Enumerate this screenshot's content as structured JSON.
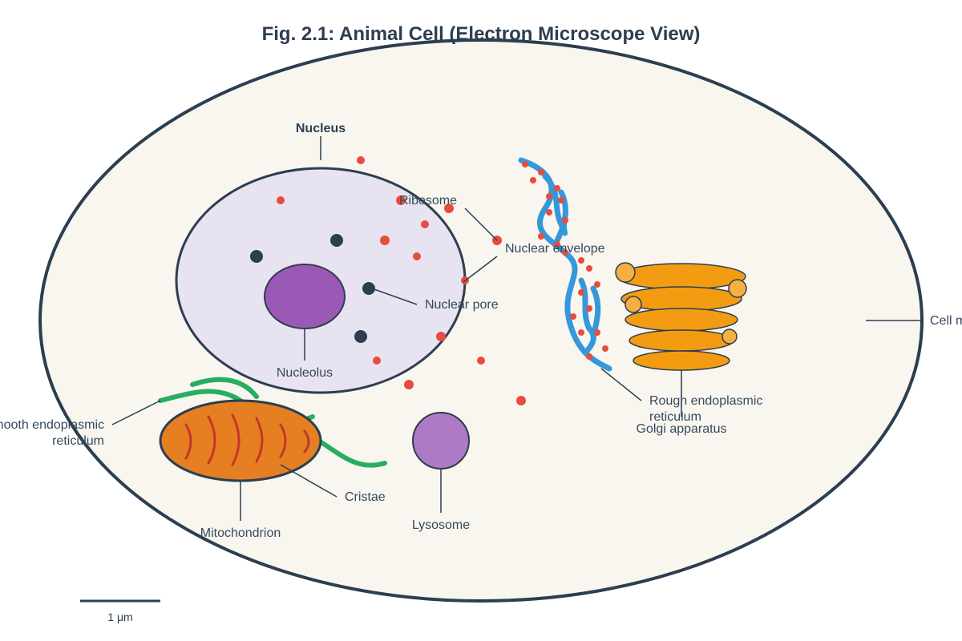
{
  "figure": {
    "title": "Fig. 2.1: Animal Cell (Electron Microscope View)"
  },
  "labels": {
    "nucleus": "Nucleus",
    "ribosome": "Ribosome",
    "nuclear_envelope": "Nuclear envelope",
    "nuclear_pore": "Nuclear pore",
    "nucleolus": "Nucleolus",
    "cell_membrane": "Cell membrane",
    "rough_er_line1": "Rough endoplasmic",
    "rough_er_line2": "reticulum",
    "golgi": "Golgi apparatus",
    "smooth_er_line1": "Smooth endoplasmic",
    "smooth_er_line2": "reticulum",
    "cristae": "Cristae",
    "mitochondrion": "Mitochondrion",
    "lysosome": "Lysosome"
  },
  "scale_bar": {
    "label": "1 μm"
  },
  "colors": {
    "cytoplasm": "#f8f6ef",
    "membrane_stroke": "#2c3e50",
    "membrane_halo": "#eff0d6",
    "nucleus_fill": "#e8e3f0",
    "nucleolus_fill": "#9b59b6",
    "pore_fill": "#2c3e50",
    "ribosome_fill": "#e74c3c",
    "rough_er_stroke": "#3498db",
    "golgi_fill": "#f39c12",
    "golgi_vesicle": "#f5b041",
    "mitochondrion_fill": "#e67e22",
    "cristae_stroke": "#c0392b",
    "smooth_er_stroke": "#27ae60",
    "lysosome_fill": "#af7ac5",
    "text": "#34495e"
  }
}
